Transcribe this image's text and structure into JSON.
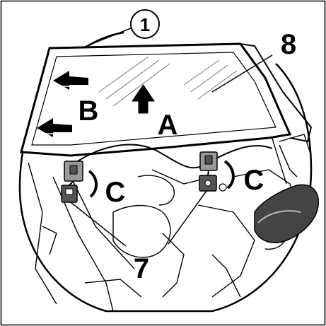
{
  "diagram": {
    "callout_number": "1",
    "part_glass": "8",
    "part_clips": "7",
    "arrow_a": "A",
    "arrow_b": "B",
    "clip_c_left": "C",
    "clip_c_right": "C"
  },
  "colors": {
    "ink": "#000000",
    "paper": "#ffffff",
    "clip_fill": "#9a9a9a",
    "clip_dark": "#555555"
  }
}
